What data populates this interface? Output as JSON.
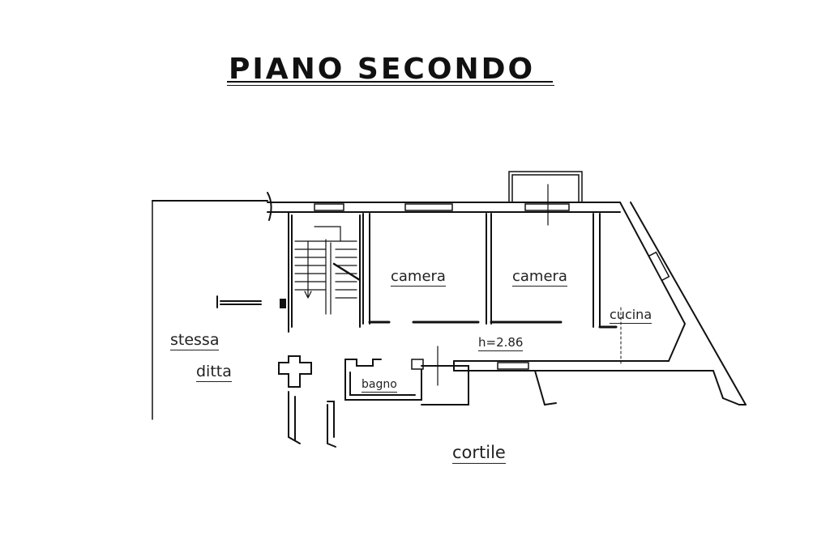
{
  "title": "PIANO SECONDO",
  "rooms": {
    "camera_left": "camera",
    "camera_right": "camera",
    "cucina": "cucina",
    "bagno": "bagno"
  },
  "annotations": {
    "stessa": "stessa",
    "ditta": "ditta",
    "height": "h=2.86",
    "cortile": "cortile"
  },
  "colors": {
    "ink": "#111111",
    "paper": "#ffffff"
  }
}
